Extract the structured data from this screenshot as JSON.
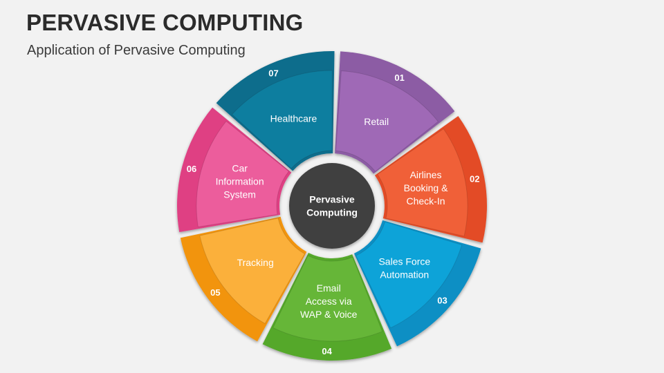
{
  "header": {
    "title": "PERVASIVE COMPUTING",
    "subtitle": "Application of Pervasive Computing"
  },
  "hub": {
    "lines": [
      "Pervasive",
      "Computing"
    ],
    "color": "#414141"
  },
  "segments": [
    {
      "number": "01",
      "lines": [
        "Retail"
      ],
      "outer": "#8c5ca4",
      "inner": "#9f69b6",
      "name": "retail"
    },
    {
      "number": "02",
      "lines": [
        "Airlines",
        "Booking &",
        "Check-In"
      ],
      "outer": "#e34c27",
      "inner": "#f06139",
      "name": "airlines"
    },
    {
      "number": "03",
      "lines": [
        "Sales Force",
        "Automation"
      ],
      "outer": "#0f8fc4",
      "inner": "#10a3d8",
      "name": "sales-force"
    },
    {
      "number": "04",
      "lines": [
        "Email",
        "Access via",
        "WAP & Voice"
      ],
      "outer": "#55a82c",
      "inner": "#66b638",
      "name": "email-access"
    },
    {
      "number": "05",
      "lines": [
        "Tracking"
      ],
      "outer": "#f2940f",
      "inner": "#fbb03b",
      "name": "tracking"
    },
    {
      "number": "06",
      "lines": [
        "Car",
        "Information",
        "System"
      ],
      "outer": "#df3f83",
      "inner": "#ec5d9c",
      "name": "car-information"
    },
    {
      "number": "07",
      "lines": [
        "Healthcare"
      ],
      "outer": "#0e6d8c",
      "inner": "#107e9f",
      "name": "healthcare"
    }
  ]
}
